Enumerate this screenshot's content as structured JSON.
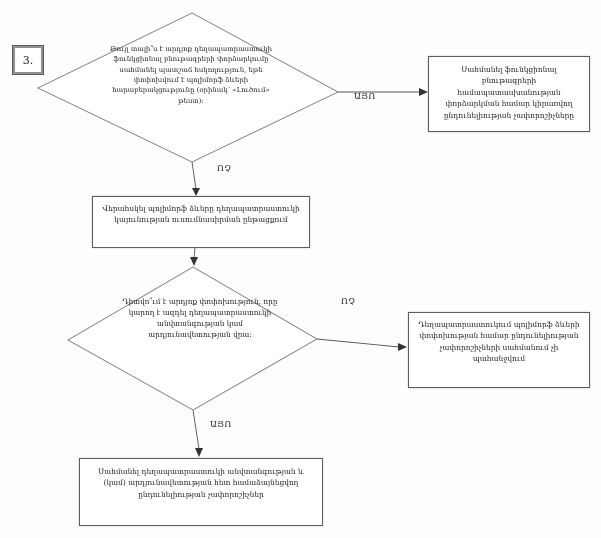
{
  "page": {
    "step_number": "3."
  },
  "flowchart": {
    "decision1": {
      "text": "Թույլ տալի՞ս է արդյոք դեղապատրաստուկի ֆունկցիոնալ բնութագրերի փորձարկումը սահմանել պատշաճ հսկողություն, եթե փոփոխվում է պոլիմորֆ ձևերի հարաբերակցությունը (օրինակ՝ «Լուծում» թեստ):",
      "yes_label": "ԱՅՈ",
      "no_label": "ՈՉ"
    },
    "yes1_box": {
      "text": "Սահմանել ֆունկցիոնալ բնութագրերի համապատասխանության փորձարկման համար կիրառվող ընդունելիության չափորոշիչները"
    },
    "monitor_box": {
      "text": "Վերահսկել պոլիմորֆ ձևերը դեղապատրաստուկի կայունության ուսումնասիրման ընթացքում"
    },
    "decision2": {
      "text": "Դիտվո՞ւմ է արդյոք փոփոխություն, որը կարող է ազդել դեղապատրաստուկի անվտանգության կամ արդյունավետության վրա:",
      "yes_label": "ԱՅՈ",
      "no_label": "ՈՉ"
    },
    "no2_box": {
      "text": "Դեղապատրաստուկում պոլիմորֆ ձևերի փոփոխության համար ընդունելիության չափորոշիչների սահմանում չի պահանջվում"
    },
    "final_box": {
      "text": "Սահմանել դեղապատրաստուկի անվտանգության և (կամ) արդյունավետության հետ համաձայնեցվող ընդունելիության չափորոշիչներ"
    }
  },
  "style": {
    "ink_color": "#1c1c1c",
    "line_color": "#787878"
  }
}
